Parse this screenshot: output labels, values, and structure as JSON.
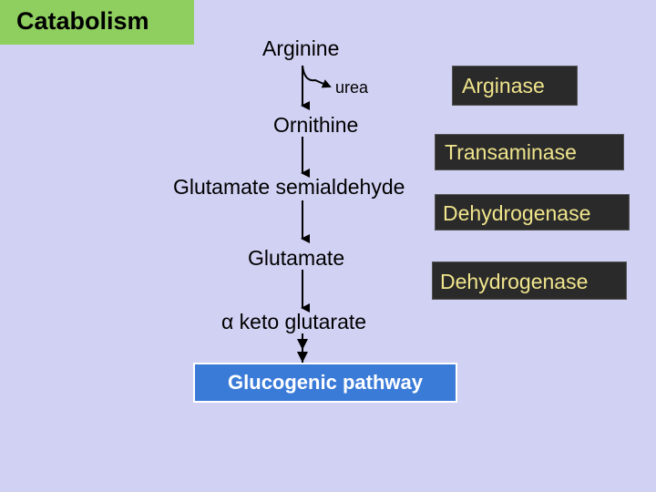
{
  "slide": {
    "title": "Catabolism",
    "colors": {
      "background": "#d1d1f4",
      "title_box": "#8fcf5f",
      "enzyme_box": "#2a2a2a",
      "enzyme_text": "#f0e58c",
      "pathway_box": "#3b7bd8"
    }
  },
  "diagram": {
    "nodes": {
      "arginine": "Arginine",
      "urea": "urea",
      "ornithine": "Ornithine",
      "glutamate_semialdehyde": "Glutamate semialdehyde",
      "glutamate": "Glutamate",
      "alpha_ketoglutarate": "α keto glutarate"
    },
    "enzymes": {
      "arginase": "Arginase",
      "transaminase": "Transaminase",
      "dehydrogenase_1": "Dehydrogenase",
      "dehydrogenase_2": "Dehydrogenase"
    },
    "pathway": "Glucogenic pathway"
  }
}
